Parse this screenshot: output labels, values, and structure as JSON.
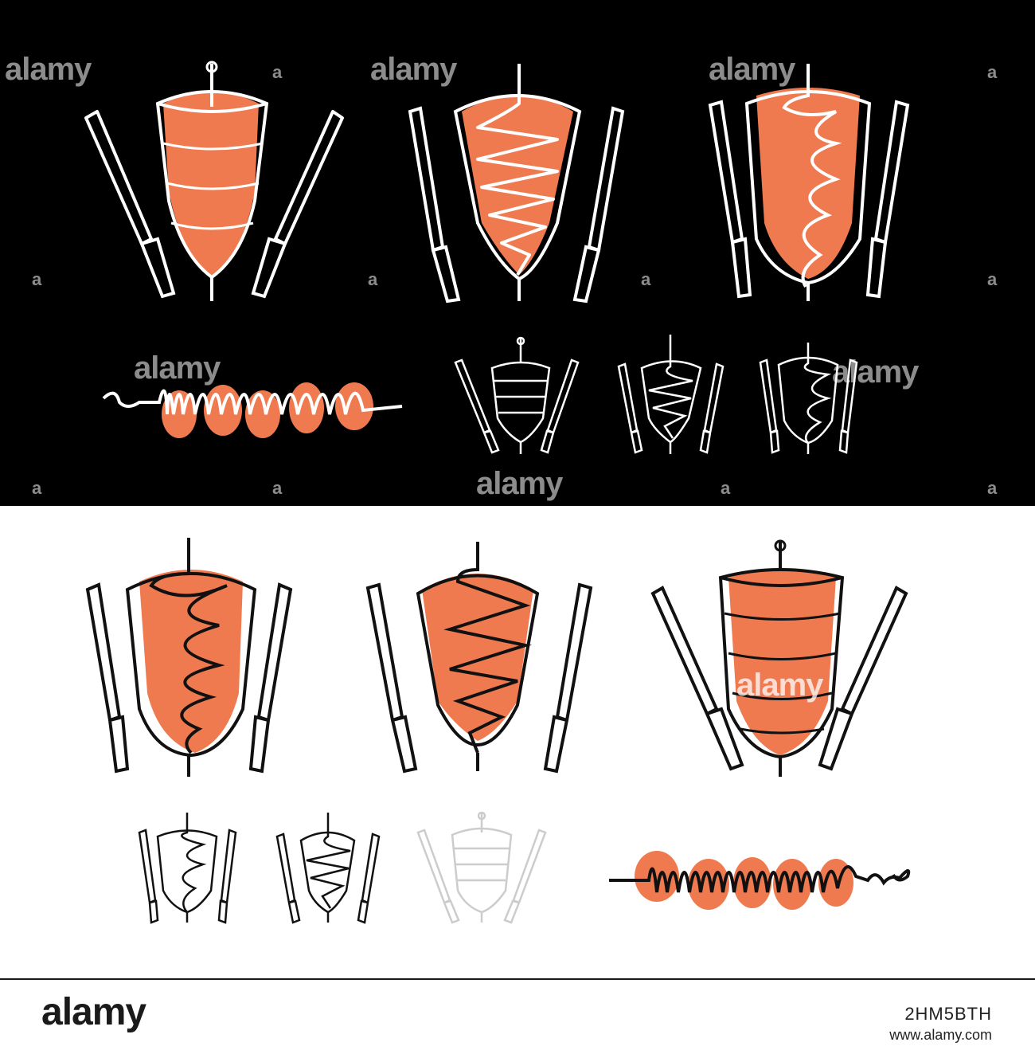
{
  "footer": {
    "logo": "alamy",
    "image_id": "2HM5BTH",
    "url": "www.alamy.com"
  },
  "watermark": {
    "text": "alamy",
    "letter": "a"
  },
  "colors": {
    "meat": "#F07A50",
    "dark_bg": "#000000",
    "light_bg": "#ffffff",
    "white_line": "#ffffff",
    "black_line": "#111111"
  }
}
